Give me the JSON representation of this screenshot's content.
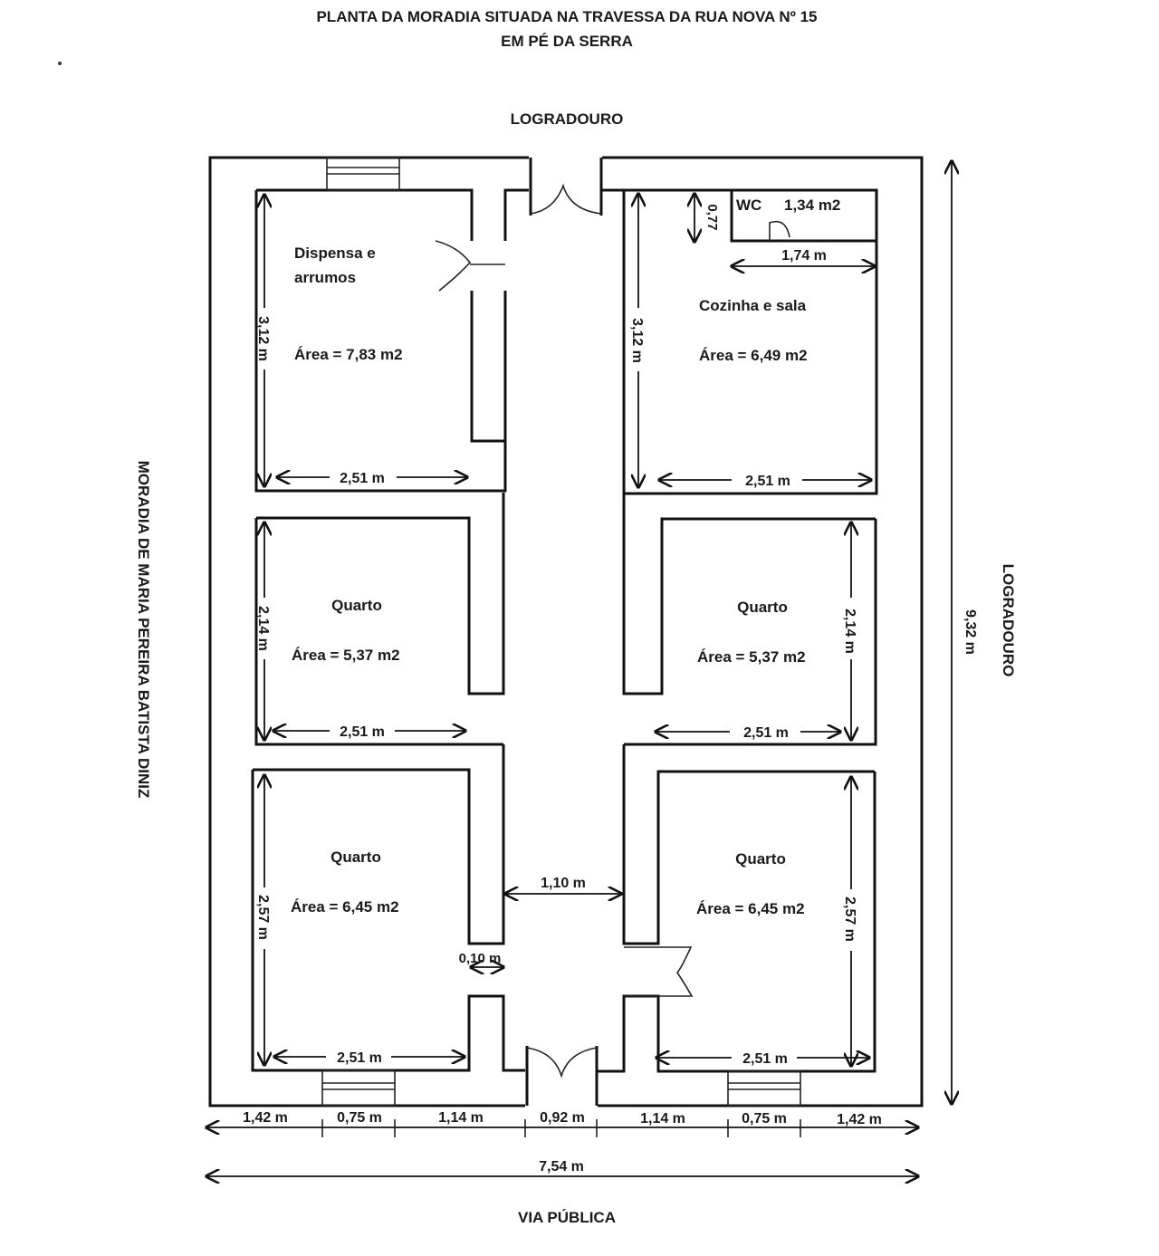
{
  "title": {
    "line1": "PLANTA DA MORADIA SITUADA NA TRAVESSA DA RUA NOVA Nº 15",
    "line2": "EM PÉ DA SERRA"
  },
  "sides": {
    "top": "LOGRADOURO",
    "right": "LOGRADOURO",
    "bottom": "VIA PÚBLICA",
    "left": "MORADIA DE MARIA PEREIRA BATISTA DINIZ"
  },
  "rooms": {
    "dispensa": {
      "name1": "Dispensa e",
      "name2": "arrumos",
      "area": "Área = 7,83 m2",
      "height": "3,12 m",
      "width": "2,51 m"
    },
    "cozinha": {
      "name": "Cozinha e sala",
      "area": "Área = 6,49 m2",
      "height": "3,12 m",
      "width": "2,51 m"
    },
    "wc": {
      "name": "WC",
      "area": "1,34 m2",
      "height": "0,77",
      "width": "1,74 m"
    },
    "quarto_ml": {
      "name": "Quarto",
      "area": "Área = 5,37 m2",
      "height": "2,14 m",
      "width": "2,51 m"
    },
    "quarto_mr": {
      "name": "Quarto",
      "area": "Área = 5,37 m2",
      "height": "2,14 m",
      "width": "2,51 m"
    },
    "quarto_bl": {
      "name": "Quarto",
      "area": "Área = 6,45 m2",
      "height": "2,57 m",
      "width": "2,51 m"
    },
    "quarto_br": {
      "name": "Quarto",
      "area": "Área = 6,45 m2",
      "height": "2,57 m",
      "width": "2,51 m"
    }
  },
  "corridor": {
    "width": "1,10 m",
    "wall": "0,10 m"
  },
  "overall": {
    "height": "9,32 m",
    "width": "7,54 m",
    "segments": [
      "1,42 m",
      "0,75 m",
      "1,14 m",
      "0,92 m",
      "1,14 m",
      "0,75 m",
      "1,42 m"
    ]
  }
}
